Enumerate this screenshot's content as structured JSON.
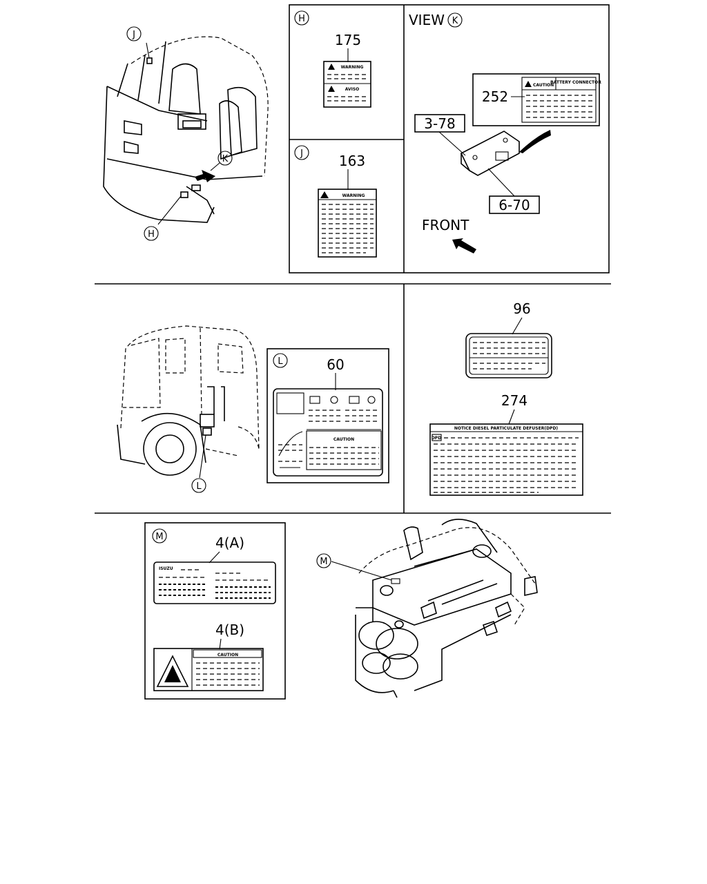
{
  "callouts": {
    "H": "H",
    "J": "J",
    "K": "K",
    "L": "L",
    "M": "M"
  },
  "view_k": {
    "title": "VIEW",
    "front_label": "FRONT"
  },
  "parts": {
    "p175": "175",
    "p163": "163",
    "p252": "252",
    "p3_78": "3-78",
    "p6_70": "6-70",
    "p60": "60",
    "p96": "96",
    "p274": "274",
    "p4a": "4(A)",
    "p4b": "4(B)"
  },
  "label_text": {
    "warning": "WARNING",
    "aviso": "AVISO",
    "caution": "CAUTION",
    "battery_connector": "BATTERY CONNECTOR",
    "dpd_notice": "NOTICE DIESEL PARTICULATE DEFUSER(DPD)",
    "dpd": "DPD",
    "isuzu": "ISUZU",
    "caution_upper": "CAUTION"
  }
}
